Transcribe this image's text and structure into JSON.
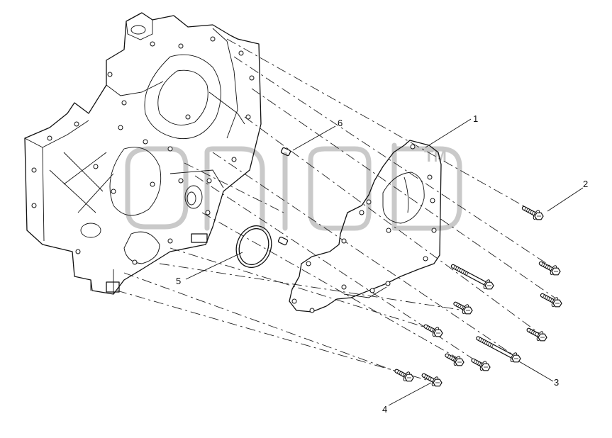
{
  "callouts": [
    {
      "id": "1",
      "label": "1"
    },
    {
      "id": "2",
      "label": "2"
    },
    {
      "id": "3",
      "label": "3"
    },
    {
      "id": "4",
      "label": "4"
    },
    {
      "id": "5",
      "label": "5"
    },
    {
      "id": "6",
      "label": "6"
    }
  ],
  "watermark": {
    "trademark": "TM"
  },
  "icons": {
    "bolt": "hex-bolt-icon",
    "dowel": "dowel-pin-icon",
    "seal": "o-ring-icon"
  }
}
